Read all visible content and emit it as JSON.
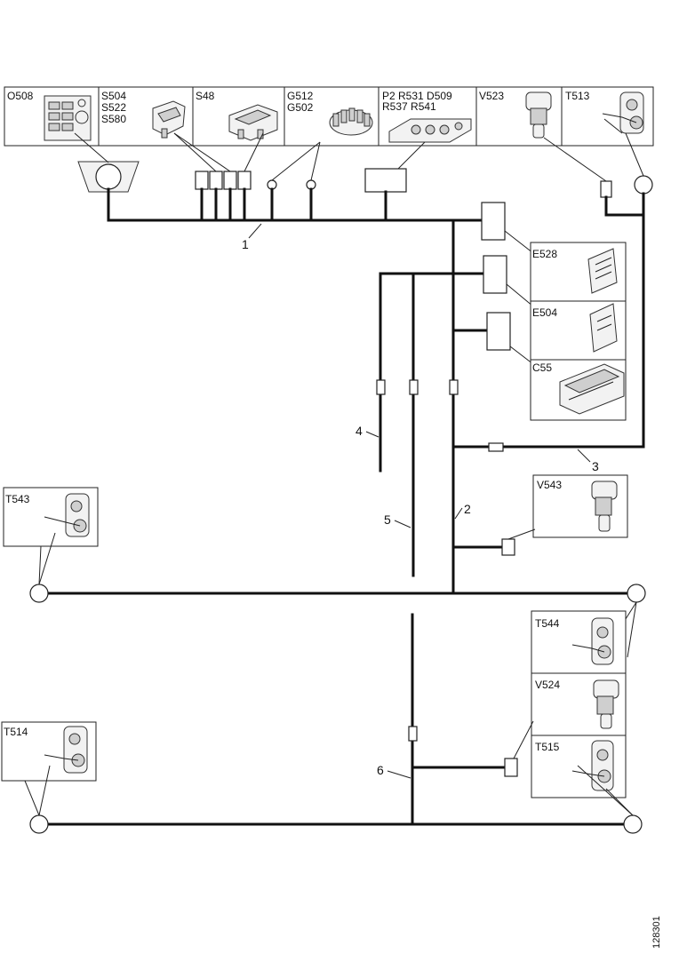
{
  "component_labels": {
    "c0": "O508",
    "c1a": "S504",
    "c1b": "S522",
    "c1c": "S580",
    "c2": "S48",
    "c3a": "G512",
    "c3b": "G502",
    "c4a": "P2 R531 D509",
    "c4b": "R537 R541",
    "c5": "V523",
    "c6": "T513",
    "e528": "E528",
    "e504": "E504",
    "c55": "C55",
    "v543": "V543",
    "t543": "T543",
    "t544": "T544",
    "v524": "V524",
    "t515": "T515",
    "t514": "T514"
  },
  "harness_numbers": {
    "h1": "1",
    "h2": "2",
    "h3": "3",
    "h4": "4",
    "h5": "5",
    "h6": "6"
  },
  "figure_id": "128301",
  "colors": {
    "wire": "#111111",
    "box_border": "#222222"
  }
}
